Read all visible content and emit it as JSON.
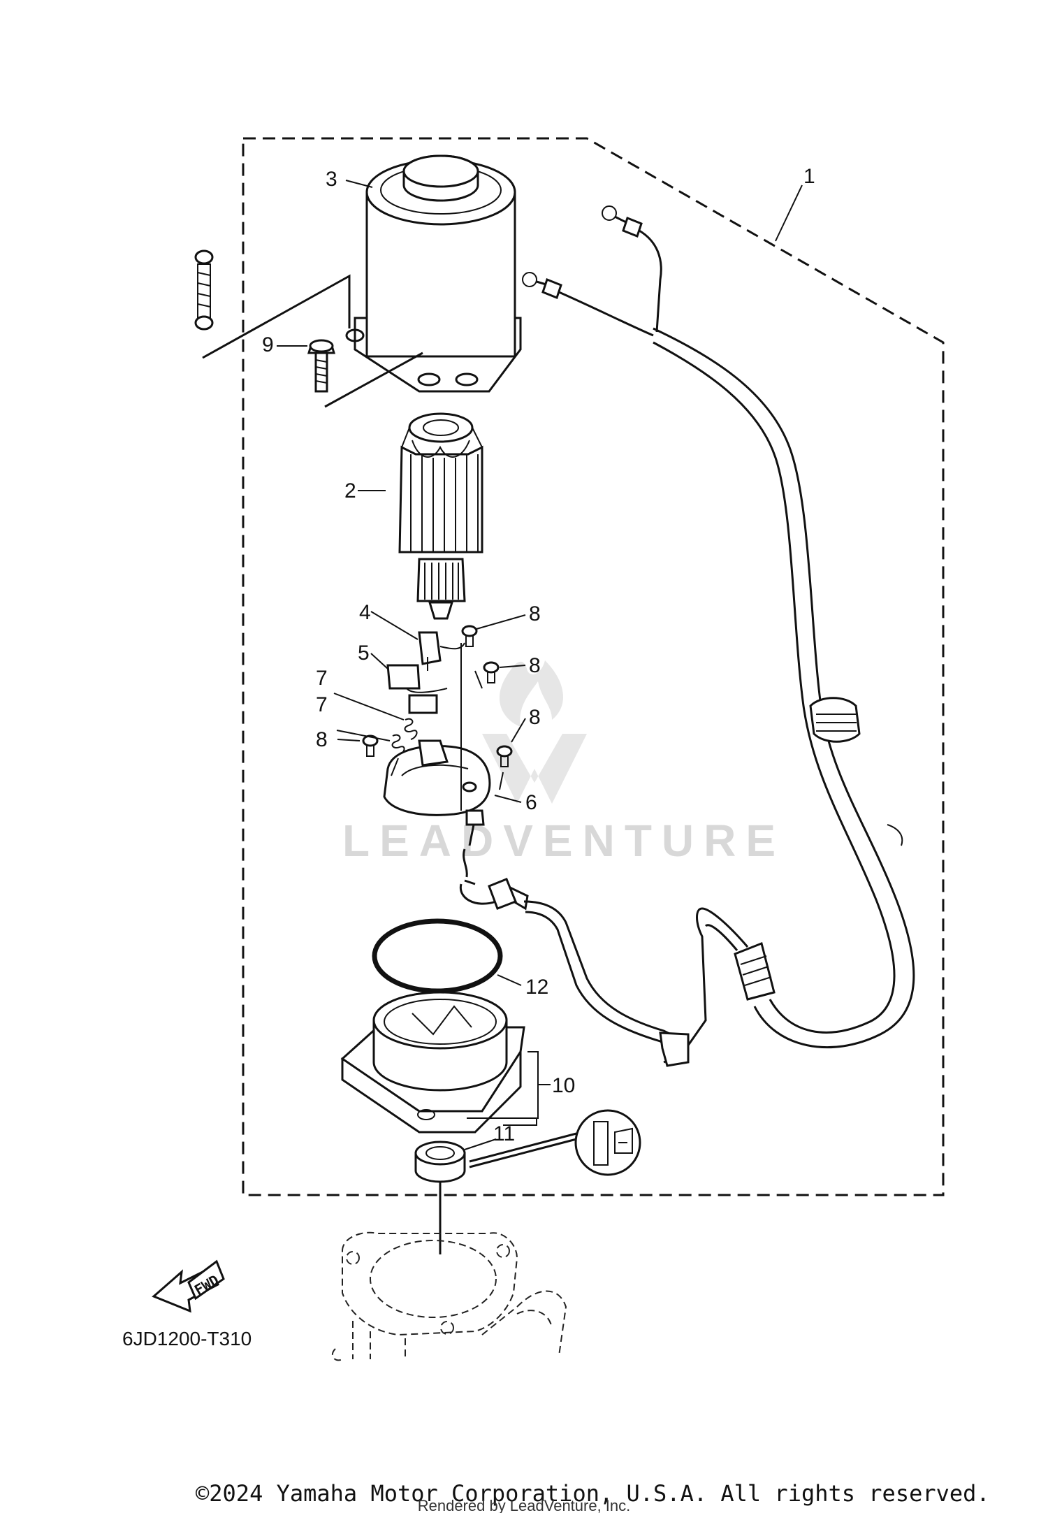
{
  "diagram": {
    "code": "6JD1200-T310",
    "fwd_label": "FWD",
    "watermark": "LEADVENTURE",
    "copyright": "©2024 Yamaha Motor Corporation, U.S.A. All rights reserved.",
    "rendered_by": "Rendered by LeadVenture, Inc.",
    "callouts": {
      "c1": "1",
      "c2": "2",
      "c3": "3",
      "c4": "4",
      "c5": "5",
      "c6": "6",
      "c7a": "7",
      "c7b": "7",
      "c8a": "8",
      "c8b": "8",
      "c8c": "8",
      "c8d": "8",
      "c9": "9",
      "c10": "10",
      "c11": "11",
      "c12": "12"
    }
  }
}
